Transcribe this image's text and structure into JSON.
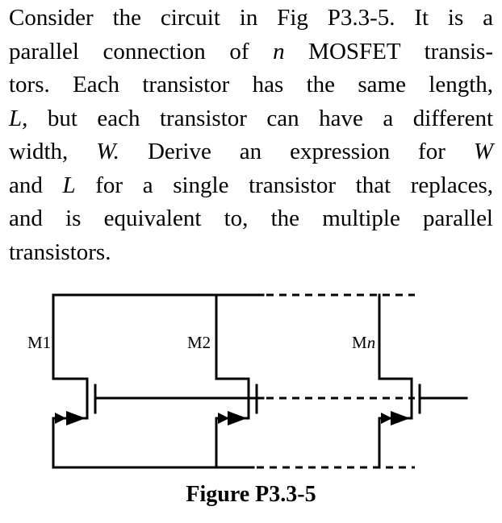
{
  "problem": {
    "lines": [
      [
        "Consider the circuit in Fig P3.3-5. It is a"
      ],
      [
        "parallel connection of ",
        "n",
        " MOSFET transis-"
      ],
      [
        "tors. Each transistor has the same length,"
      ],
      [
        "L,",
        " but each transistor can have a different"
      ],
      [
        "width, ",
        "W.",
        " Derive an expression for ",
        "W"
      ],
      [
        "and ",
        "L",
        " for a single transistor that replaces,"
      ],
      [
        "and is equivalent to, the multiple parallel"
      ],
      [
        "transistors."
      ]
    ]
  },
  "figure": {
    "transistor_labels": {
      "m1": "M1",
      "m2": "M2",
      "mn_prefix": "M",
      "mn_suffix": "n"
    },
    "caption": "Figure P3.3-5"
  }
}
